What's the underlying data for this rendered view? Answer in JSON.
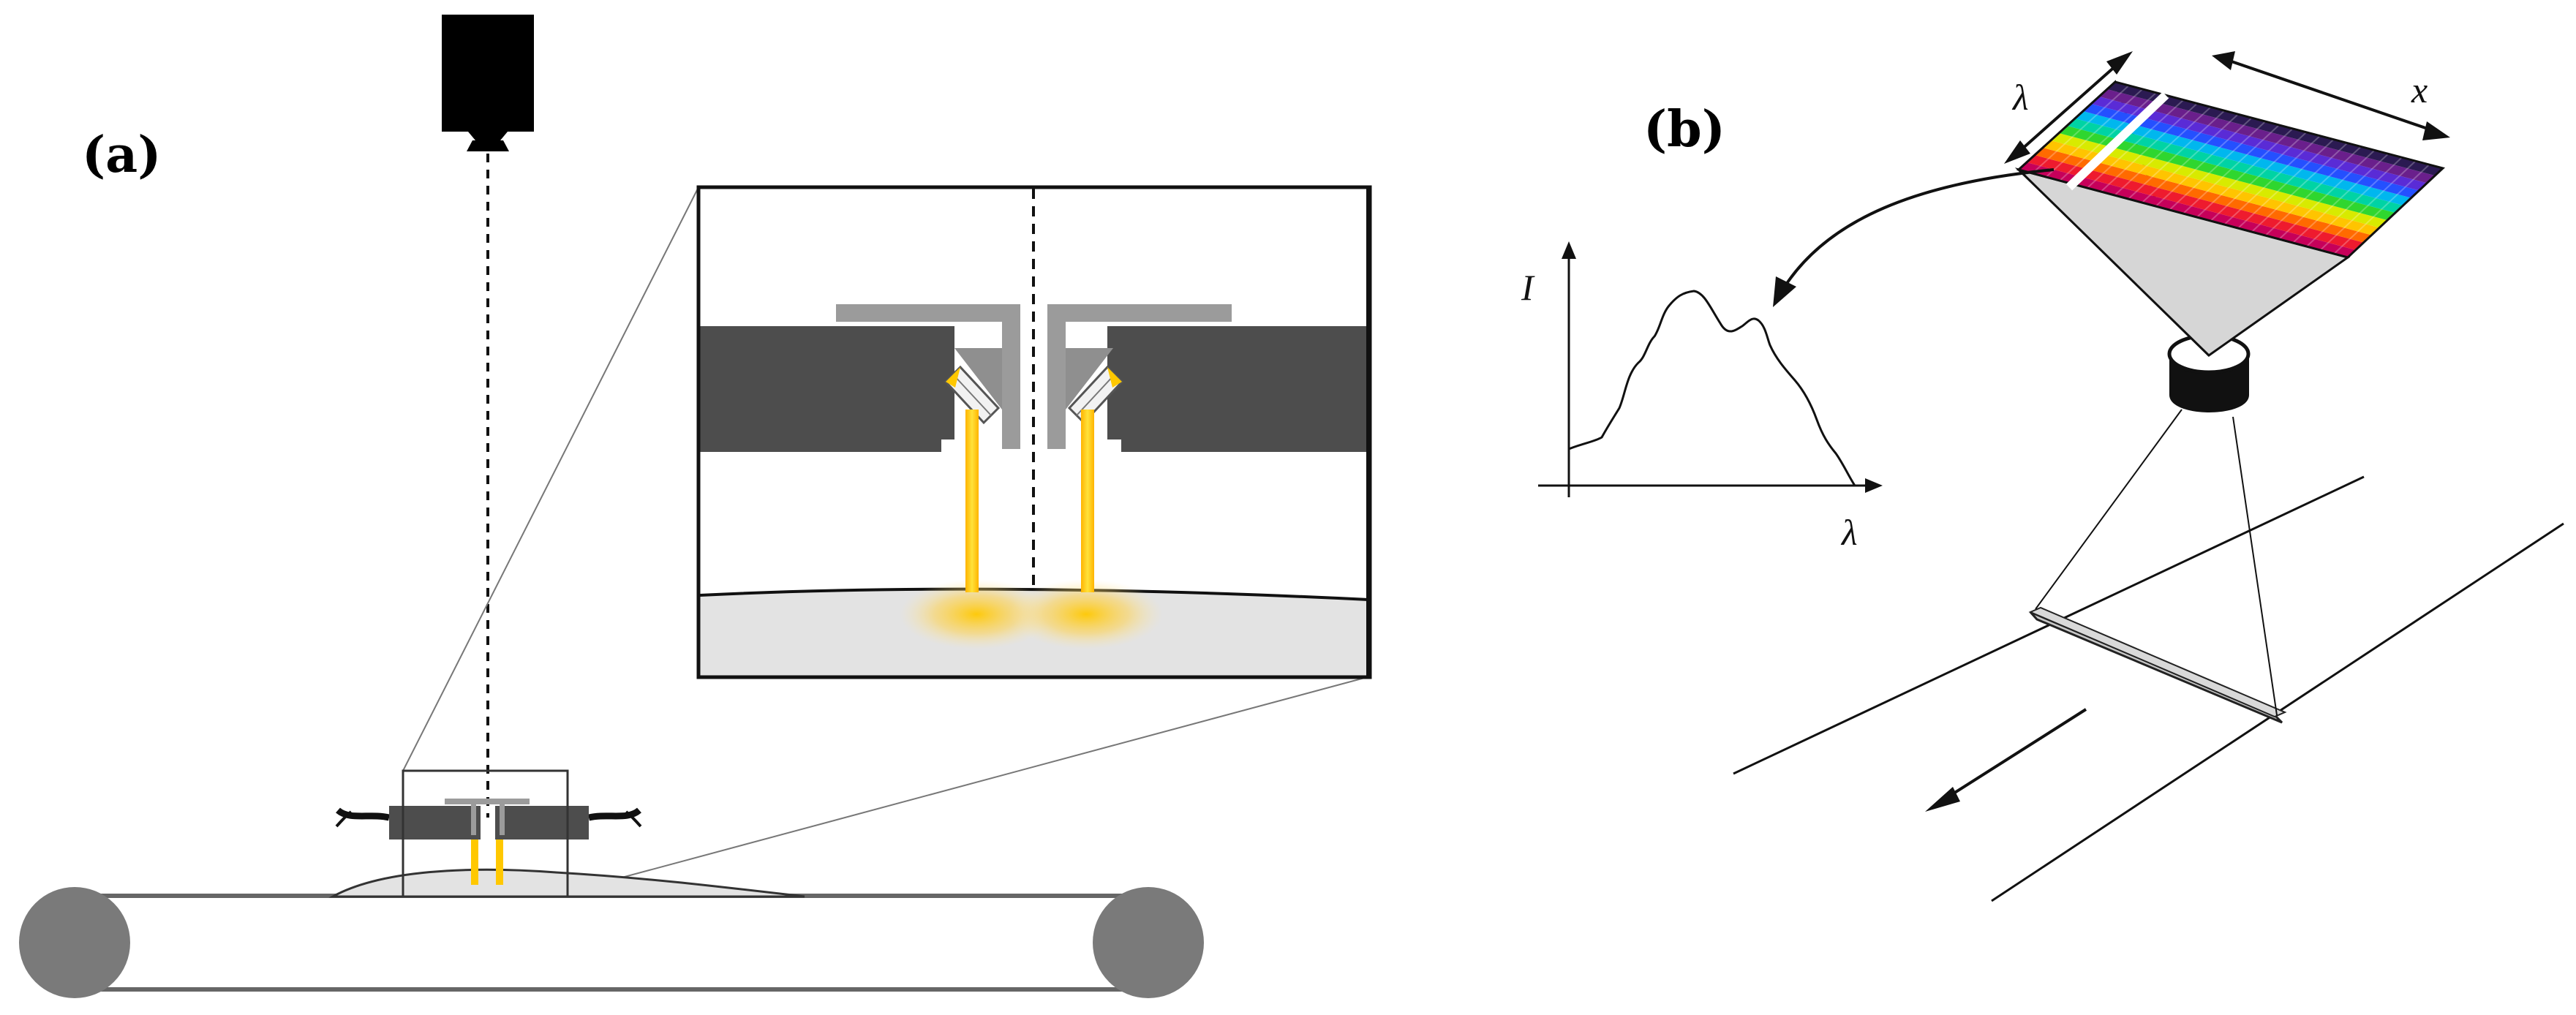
{
  "panels": {
    "a": {
      "label": "(a)"
    },
    "b": {
      "label": "(b)",
      "cube_axes": {
        "spectral": "λ",
        "spatial": "x"
      },
      "spectrum_plot": {
        "y_axis": "I",
        "x_axis": "λ"
      }
    }
  },
  "colors": {
    "light": "#ffc800",
    "housing": "#4d4d4d",
    "bracket": "#9b9b9b",
    "sample": "#e3e3e3",
    "roller": "#7a7a7a",
    "spectrum_bands": [
      "#c6005a",
      "#ee1b2e",
      "#ff6a00",
      "#ffc400",
      "#d8ea00",
      "#2fd62f",
      "#00d3a4",
      "#00b7ee",
      "#2450ff",
      "#5a2bd6",
      "#6a1f8c",
      "#2b1a52"
    ]
  }
}
